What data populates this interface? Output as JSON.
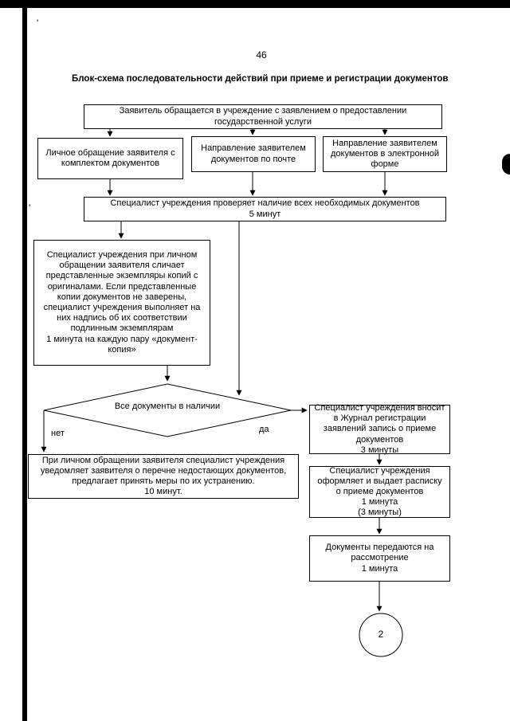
{
  "page": {
    "number": "46",
    "title": "Блок-схема последовательности действий при приеме и регистрации документов"
  },
  "flowchart": {
    "start": "Заявитель обращается в учреждение с заявлением о предоставлении государственной услуги",
    "personal": "Личное обращение заявителя с комплектом документов",
    "mail": "Направление заявителем документов по почте",
    "electronic": "Направление заявителем документов в электронной форме",
    "check": "Специалист учреждения проверяет наличие всех необходимых документов",
    "check_time": "5 минут",
    "compare": "Специалист учреждения при личном обращении заявителя сличает представленные экземпляры копий с оригиналами. Если представленные копии документов не заверены, специалист учреждения выполняет на них надпись об их соответствии подлинным экземплярам",
    "compare_time": "1 минута на каждую пару «документ-копия»",
    "decision": "Все документы в наличии",
    "no_label": "нет",
    "yes_label": "да",
    "notify": "При личном обращении заявителя специалист учреждения уведомляет заявителя о перечне недостающих документов, предлагает принять меры по их устранению.",
    "notify_time": "10 минут.",
    "journal": "Специалист учреждения вносит в Журнал регистрации заявлений запись о приеме документов",
    "journal_time": "3 минуты",
    "receipt": "Специалист учреждения оформляет и выдает расписку о приеме документов",
    "receipt_time": "1 минута",
    "receipt_time2": "(3 минуты)",
    "transfer": "Документы передаются на рассмотрение",
    "transfer_time": "1 минута",
    "connector": "2"
  },
  "colors": {
    "line": "#000000",
    "background": "#ffffff"
  }
}
